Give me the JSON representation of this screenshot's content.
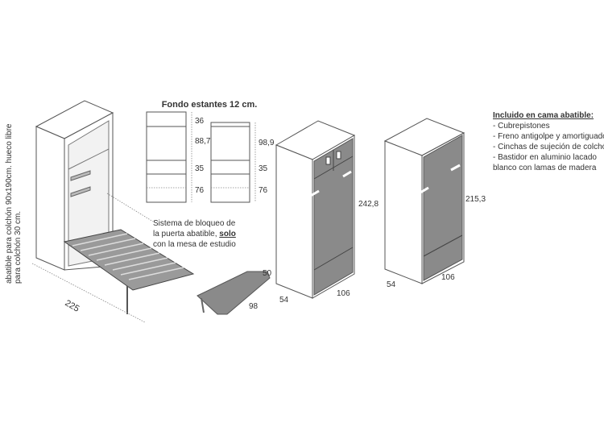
{
  "side_note": {
    "line1": "abatible para colchón 90x190cm. hueco libre",
    "line2": "para colchón 30 cm."
  },
  "bed_view": {
    "length_label": "225"
  },
  "shelves": {
    "title": "Fondo estantes 12 cm.",
    "left_dims": [
      "36",
      "88,7",
      "35",
      "76"
    ],
    "right_dims": [
      "98,9",
      "35",
      "76"
    ]
  },
  "callout": {
    "line1": "Sistema de bloqueo de",
    "line2_prefix": "la puerta abatible, ",
    "line2_bold": "solo",
    "line3": "con la mesa de estudio"
  },
  "table": {
    "depth": "50",
    "width": "98"
  },
  "cabinet_tall": {
    "height": "242,8",
    "width": "106",
    "depth": "54"
  },
  "cabinet_short": {
    "height": "215,3",
    "width": "106",
    "depth": "54"
  },
  "included": {
    "title": "Incluido en cama abatible:",
    "items": [
      "- Cubrepistones",
      "- Freno antigolpe y amortiguado",
      "- Cinchas de sujeción de colchón",
      "- Bastidor en aluminio lacado",
      "blanco con lamas de madera"
    ]
  }
}
